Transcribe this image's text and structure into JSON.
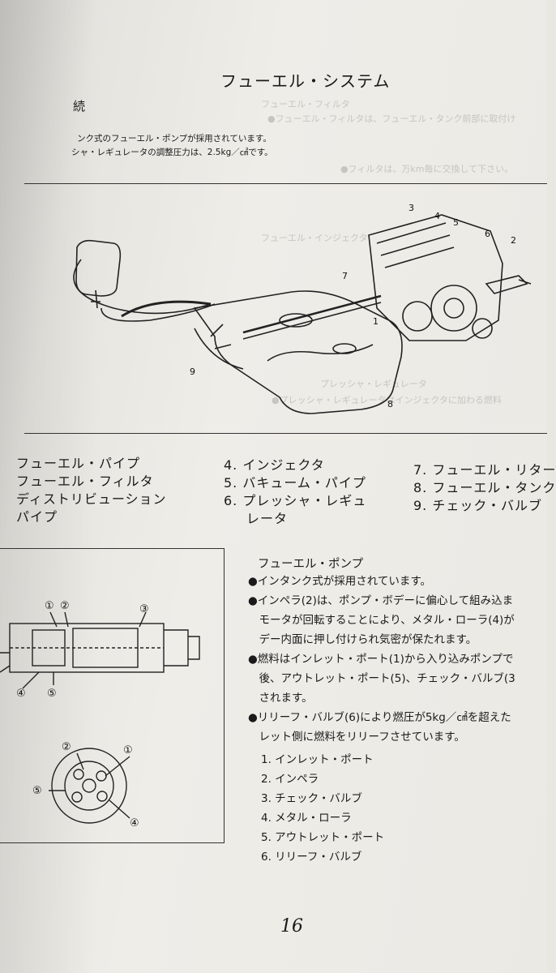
{
  "page": {
    "title": "フューエル・システム",
    "left_fragment": "続",
    "intro_line1": "ンク式のフューエル・ポンプが採用されています。",
    "intro_line2": "シャ・レギュレータの調整圧力は、2.5kg／㎠です。",
    "ghost_right": [
      "フューエル・フィルタ",
      "●フューエル・フィルタは、フューエル・タンク前部に取付け",
      "●フィルタは、万km毎に交換して下さい。",
      "フューエル・インジェクタ",
      "プレッシャ・レギュレータ",
      "●プレッシャ・レギュレータはインジェクタに加わる燃料"
    ],
    "diagram_callouts": [
      "3",
      "4",
      "5",
      "6",
      "2",
      "7",
      "1",
      "9",
      "8"
    ],
    "legend": {
      "col1": [
        "フューエル・パイプ",
        "フューエル・フィルタ",
        "ディストリビューション",
        "パイプ"
      ],
      "col2": [
        "4. インジェクタ",
        "5. バキューム・パイプ",
        "6. プレッシャ・レギュ",
        "レータ"
      ],
      "col3": [
        "7. フューエル・リター",
        "8. フューエル・タンク",
        "9. チェック・バルブ"
      ]
    },
    "pump_figure": {
      "labels_top": [
        "①",
        "②",
        "③"
      ],
      "labels_bottom": [
        "④",
        "⑤"
      ],
      "end_labels": [
        "②",
        "①",
        "⑤",
        "④"
      ]
    },
    "pump_section": {
      "heading": "フューエル・ポンプ",
      "lines": [
        "●インタンク式が採用されています。",
        "●インペラ(2)は、ポンプ・ボデーに偏心して組み込ま",
        "　モータが回転することにより、メタル・ローラ(4)が",
        "　デー内面に押し付けられ気密が保たれます。",
        "●燃料はインレット・ポート(1)から入り込みポンプで",
        "　後、アウトレット・ポート(5)、チェック・バルブ(3",
        "　されます。",
        "●リリーフ・バルブ(6)により燃圧が5kg／㎠を超えた",
        "　レット側に燃料をリリーフさせています。"
      ],
      "parts": [
        "1. インレット・ポート",
        "2. インペラ",
        "3. チェック・バルブ",
        "4. メタル・ローラ",
        "5. アウトレット・ポート",
        "6. リリーフ・バルブ"
      ]
    },
    "page_number": "16"
  }
}
